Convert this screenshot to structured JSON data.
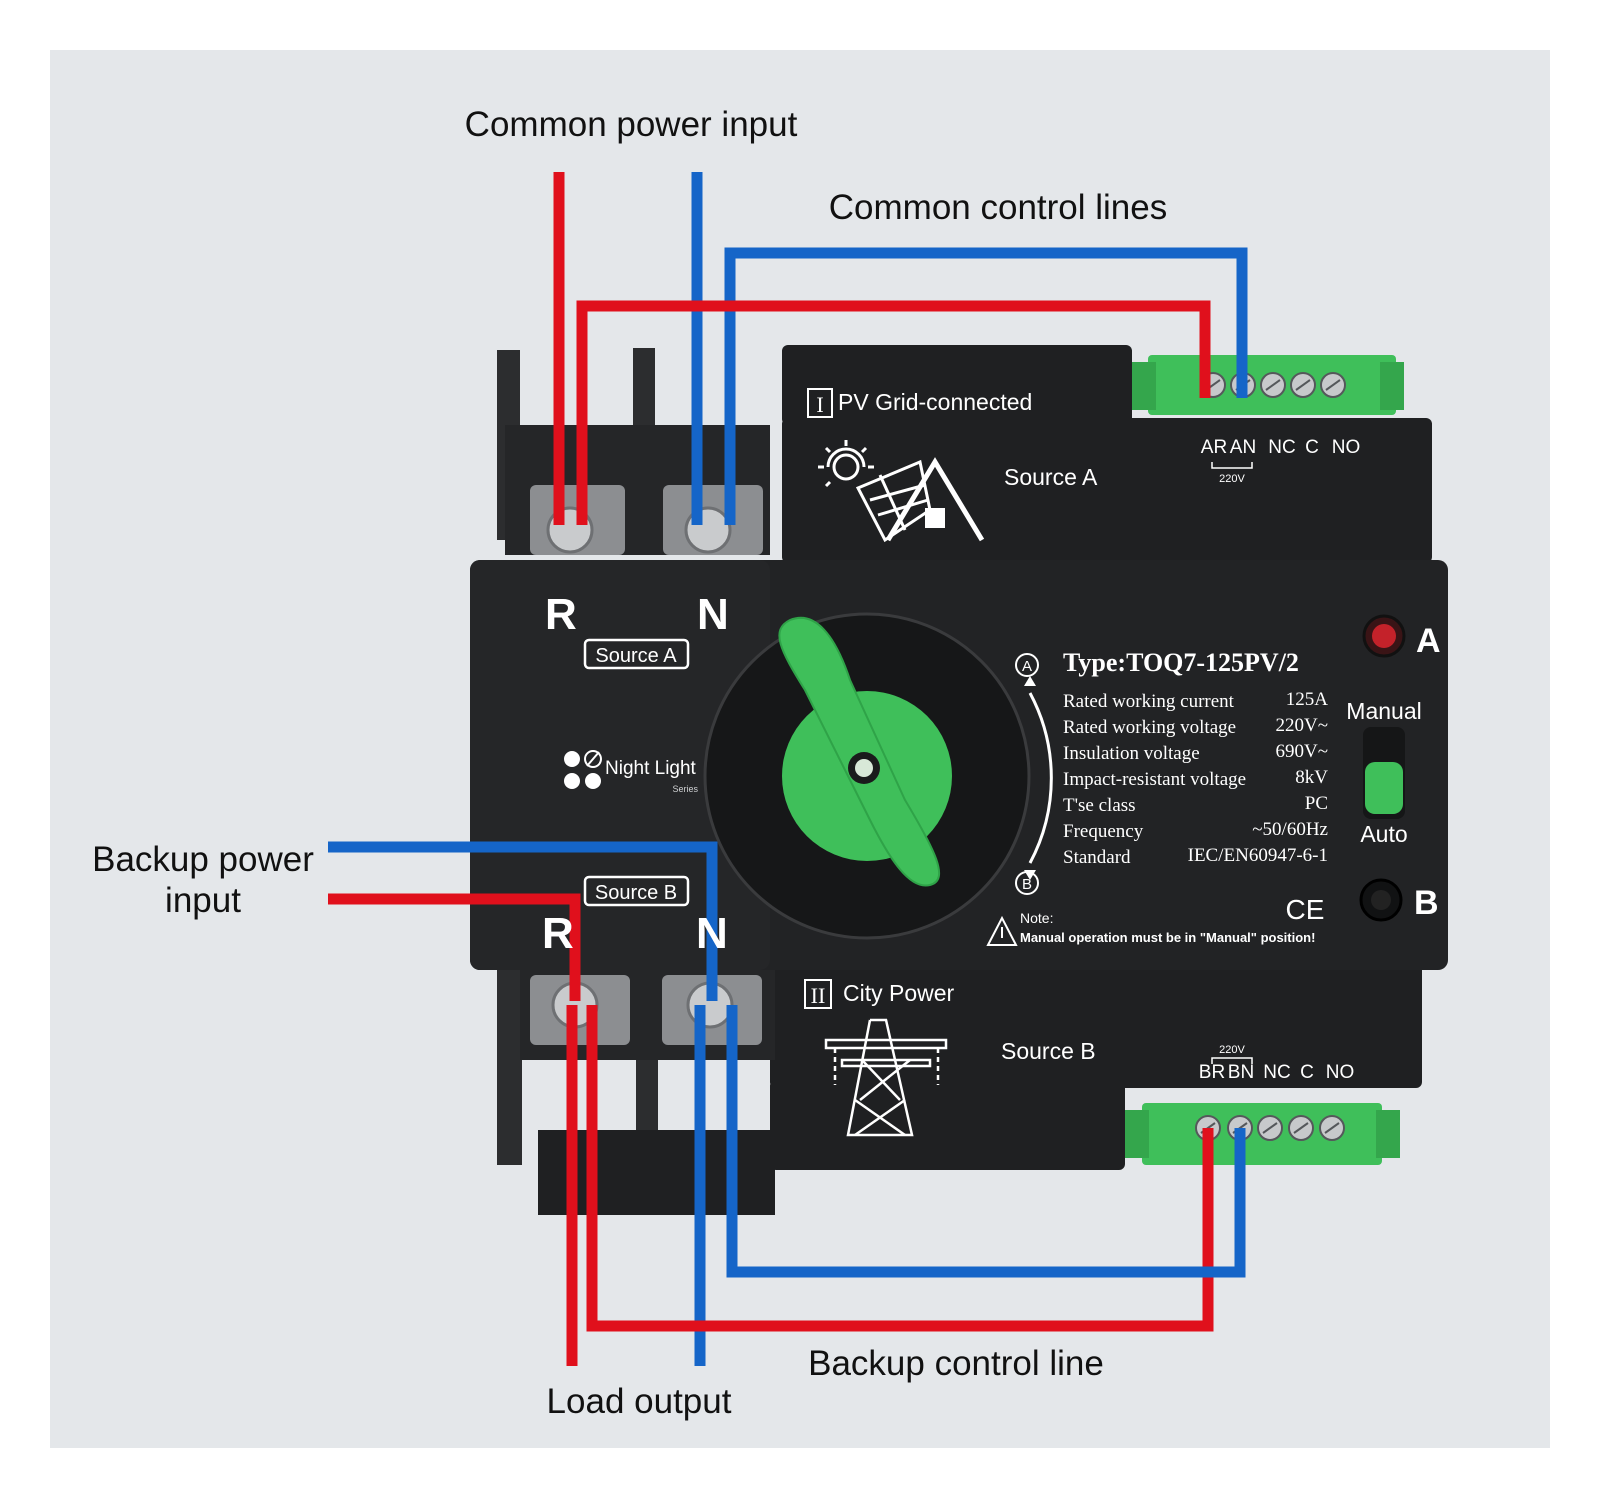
{
  "colors": {
    "background": "#e4e7ea",
    "body": "#1e1f21",
    "panel": "#2a2b2d",
    "green": "#3fbf5a",
    "red_wire": "#e0101c",
    "blue_wire": "#1565c8",
    "text_on_device": "#ffffff"
  },
  "labels": {
    "common_power_input": "Common power input",
    "common_control_lines": "Common control lines",
    "backup_power_input_line1": "Backup power",
    "backup_power_input_line2": "input",
    "backup_control_line": "Backup control line",
    "load_output": "Load output"
  },
  "device": {
    "top_module": {
      "roman": "I",
      "title": "PV Grid-connected",
      "source": "Source A",
      "terminals": [
        "AR",
        "AN",
        "NC",
        "C",
        "NO"
      ],
      "voltage": "220V"
    },
    "bottom_module": {
      "roman": "II",
      "title": "City Power",
      "source": "Source B",
      "terminals": [
        "BR",
        "BN",
        "NC",
        "C",
        "NO"
      ],
      "voltage": "220V"
    },
    "left_panel": {
      "r_top": "R",
      "n_top": "N",
      "source_a_tag": "Source A",
      "brand": "Night Light",
      "brand_sub": "Series",
      "source_b_tag": "Source B",
      "r_bottom": "R",
      "n_bottom": "N"
    },
    "dial": {
      "mark_a": "A",
      "mark_b": "B"
    },
    "specs": {
      "type": "Type:TOQ7-125PV/2",
      "rows": [
        {
          "label": "Rated working current",
          "value": "125A"
        },
        {
          "label": "Rated working voltage",
          "value": "220V~"
        },
        {
          "label": "Insulation voltage",
          "value": "690V~"
        },
        {
          "label": "Impact-resistant voltage",
          "value": "8kV"
        },
        {
          "label": "T'se class",
          "value": "PC"
        },
        {
          "label": "Frequency",
          "value": "~50/60Hz"
        },
        {
          "label": "Standard",
          "value": "IEC/EN60947-6-1"
        }
      ],
      "ce": "CE",
      "note_title": "Note:",
      "note_text": "Manual operation must be in \"Manual\" position!"
    },
    "indicators": {
      "a": "A",
      "b": "B",
      "manual": "Manual",
      "auto": "Auto"
    }
  }
}
